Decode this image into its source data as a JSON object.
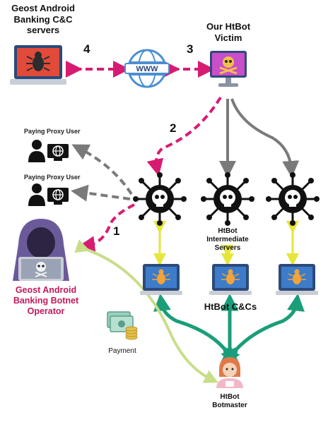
{
  "labels": {
    "cc_servers": "Geost Android\nBanking C&C\nservers",
    "victim": "Our HtBot\nVictim",
    "intermediate": "HtBot\nIntermediate\nServers",
    "operator": "Geost Android\nBanking Botnet\nOperator",
    "htbot_ccs": "HtBot C&Cs",
    "botmaster": "HtBot\nBotmaster",
    "payment": "Payment",
    "proxy_user_1": "Paying Proxy User",
    "proxy_user_2": "Paying Proxy User",
    "www": "WWW"
  },
  "steps": [
    "1",
    "2",
    "3",
    "4"
  ],
  "colors": {
    "magenta": "#d81b72",
    "gray_arrow": "#7a7a7a",
    "yellow_arrow": "#e6e63a",
    "teal_arrow": "#1a9e7a",
    "light_green_arrow": "#c8de8a",
    "operator_text": "#c2185b",
    "laptop_blue": "#2c4a7a",
    "laptop_screen": "#3d7cc9",
    "bug_orange": "#f2a33a",
    "hacker_purple": "#6b5a9a"
  },
  "icons": [
    "laptop-bug-icon",
    "globe-www-icon",
    "monitor-skull-icon",
    "botnet-skull-icon",
    "proxy-user-icon",
    "hacker-icon",
    "money-icon",
    "botmaster-icon"
  ]
}
